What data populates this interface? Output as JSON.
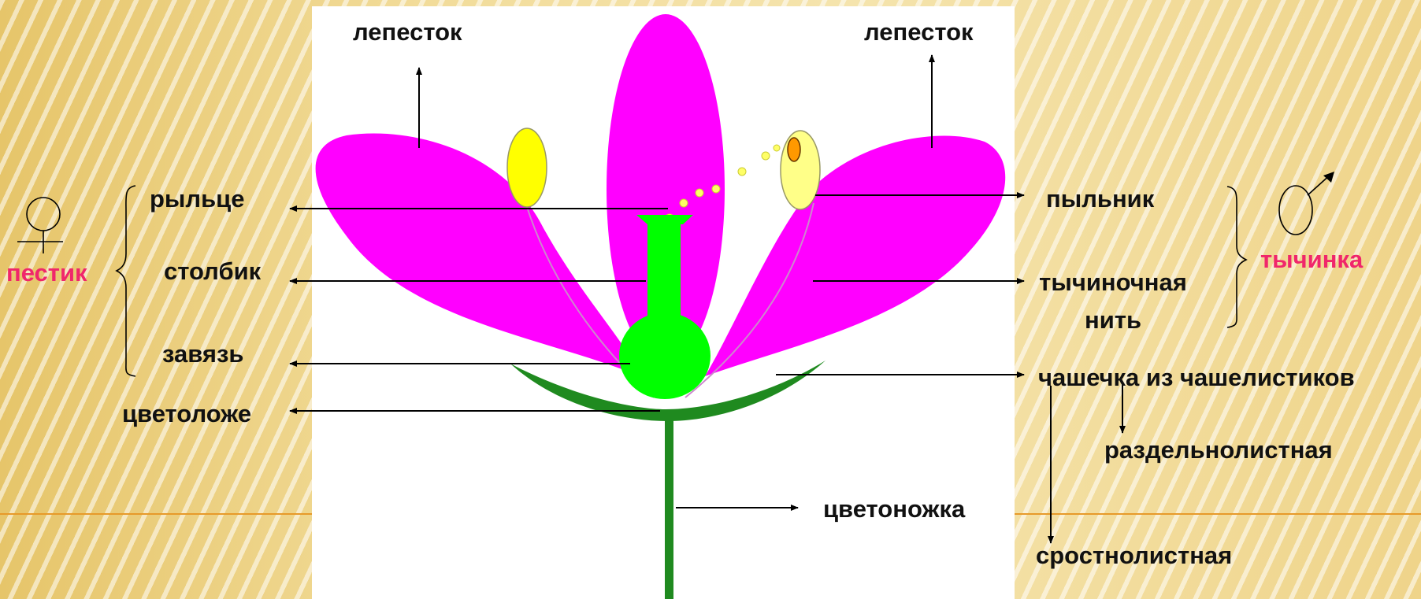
{
  "labels": {
    "petal_left": "лепесток",
    "petal_right": "лепесток",
    "stigma": "рыльце",
    "style": "столбик",
    "ovary": "завязь",
    "receptacle": "цветоложе",
    "pistil": "пестик",
    "anther": "пыльник",
    "filament_line1": "тычиночная",
    "filament_line2": "нить",
    "stamen": "тычинка",
    "calyx": "чашечка из чашелистиков",
    "separate_sepals": "раздельнолистная",
    "fused_sepals": "сростнолистная",
    "pedicel": "цветоножка"
  },
  "symbols": {
    "female": "venus-symbol",
    "male": "mars-symbol"
  },
  "colors": {
    "petal": "#ff00ff",
    "pistil": "#00ff00",
    "anther": "#ffff00",
    "sepal": "#1f8a1f",
    "stem": "#1f8a1f",
    "accent_text": "#f0266b"
  }
}
